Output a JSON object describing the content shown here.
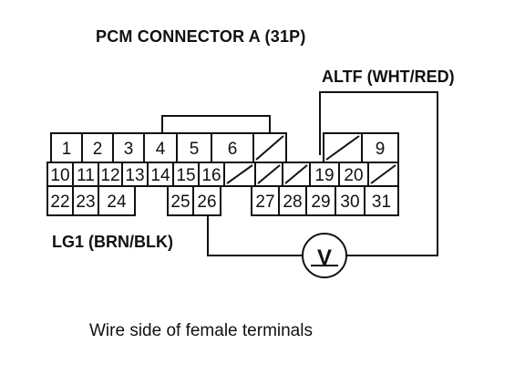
{
  "title": "PCM CONNECTOR A (31P)",
  "probe_positive_label": "ALTF (WHT/RED)",
  "probe_negative_label": "LG1 (BRN/BLK)",
  "caption": "Wire side of female terminals",
  "meter_symbol": "V",
  "terminals": {
    "row1": [
      "1",
      "2",
      "3",
      "4",
      "5",
      "6",
      "9"
    ],
    "row2": [
      "10",
      "11",
      "12",
      "13",
      "14",
      "15",
      "16",
      "19",
      "20"
    ],
    "row3": [
      "22",
      "23",
      "24",
      "25",
      "26",
      "27",
      "28",
      "29",
      "30",
      "31"
    ]
  }
}
